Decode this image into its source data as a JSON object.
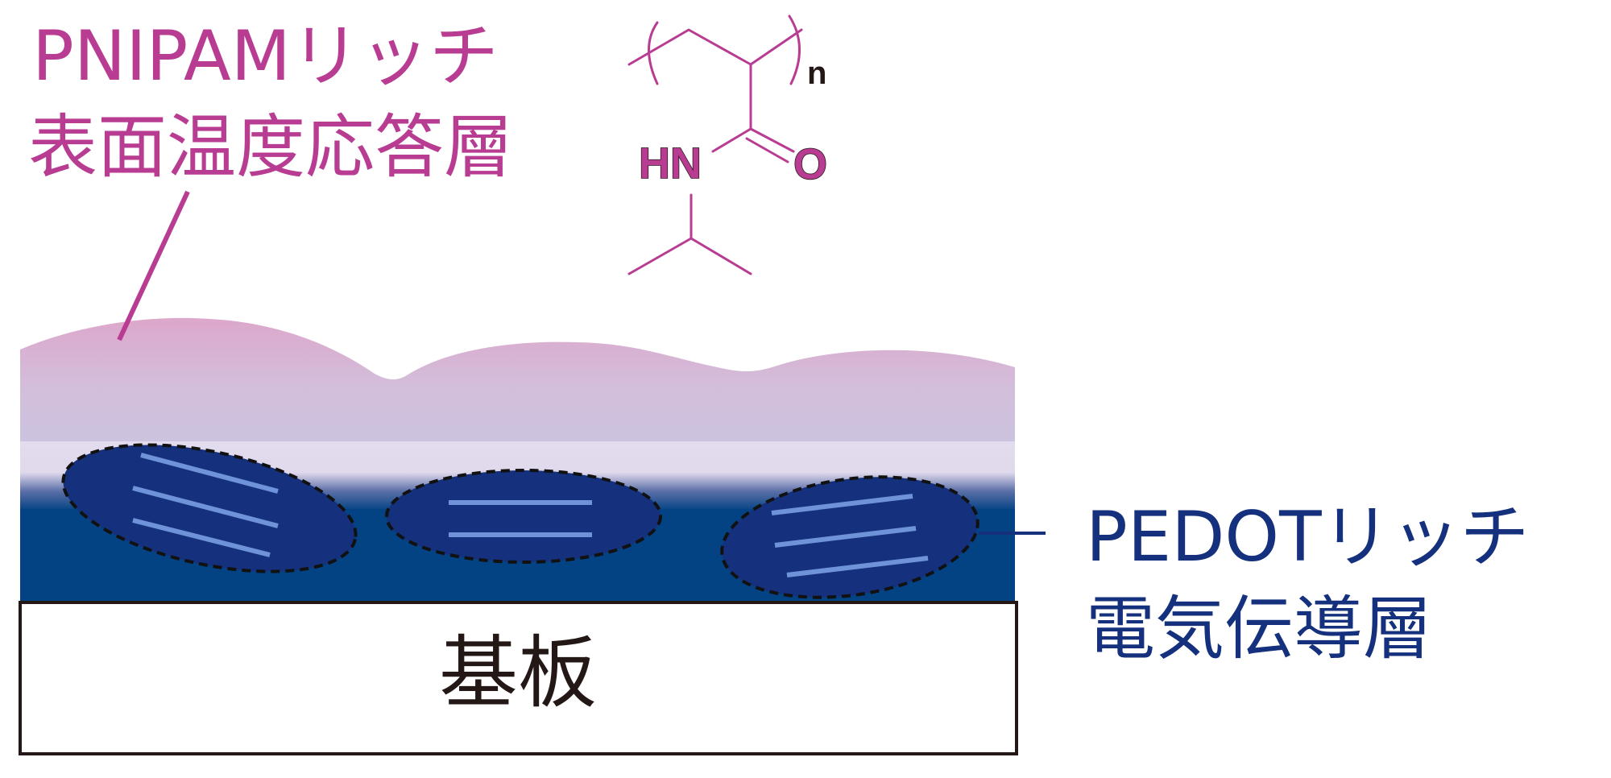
{
  "labels": {
    "pnipam_line1": "PNIPAMリッチ",
    "pnipam_line2": "表面温度応答層",
    "pedot_line1": "PEDOTリッチ",
    "pedot_line2": "電気伝導層",
    "substrate": "基板"
  },
  "chemical_structure": {
    "amide_nh": "HN",
    "carbonyl_o": "O",
    "repeat_subscript": "n"
  },
  "colors": {
    "pnipam_text": "#b83c92",
    "pedot_text": "#15317e",
    "substrate_text": "#231815",
    "pnipam_layer_top": "#dca7cb",
    "pnipam_layer_mid": "#cfc2de",
    "interface_band": "#e3dcee",
    "pedot_layer": "#034384",
    "pedot_domain": "#15317e",
    "domain_stack_lines": "#6f93d8",
    "substrate_fill": "#ffffff",
    "substrate_border": "#231815"
  },
  "icons": {
    "chemical_structure": "pnipam-repeat-unit-skeletal-formula",
    "pedot_domains": "dashed-ellipse-with-stacked-chains"
  }
}
